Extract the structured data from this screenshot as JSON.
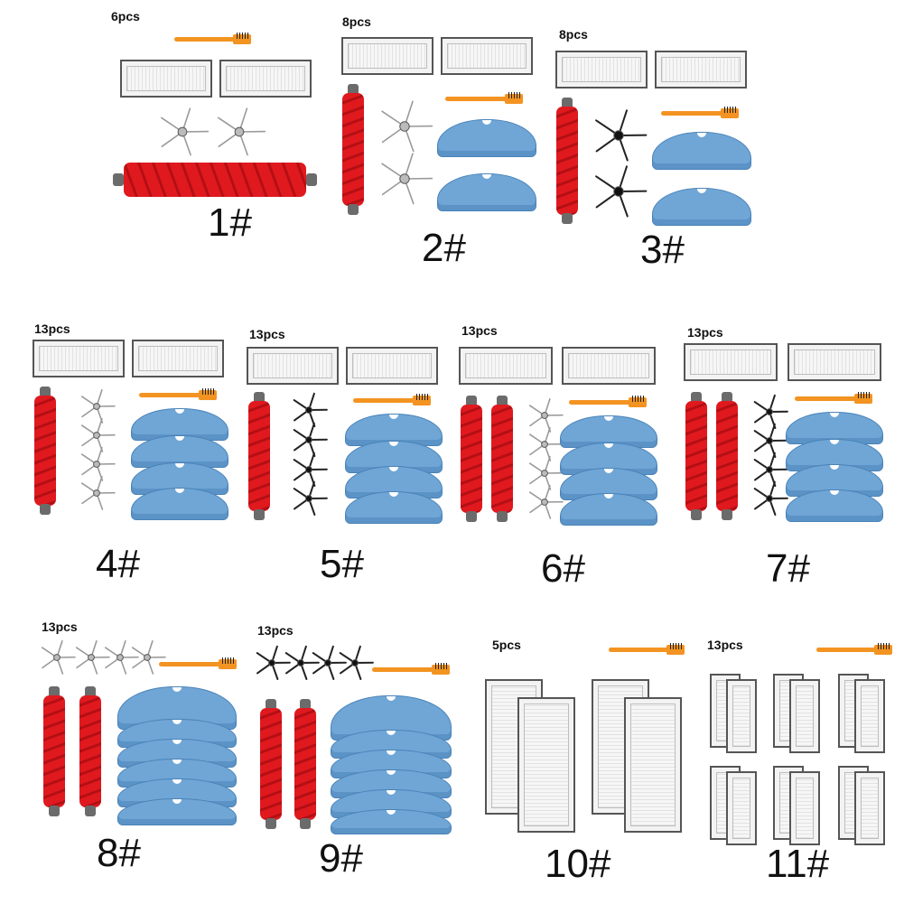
{
  "kits": [
    {
      "number": "1#",
      "count": "6pcs"
    },
    {
      "number": "2#",
      "count": "8pcs"
    },
    {
      "number": "3#",
      "count": "8pcs"
    },
    {
      "number": "4#",
      "count": "13pcs"
    },
    {
      "number": "5#",
      "count": "13pcs"
    },
    {
      "number": "6#",
      "count": "13pcs"
    },
    {
      "number": "7#",
      "count": "13pcs"
    },
    {
      "number": "8#",
      "count": "13pcs"
    },
    {
      "number": "9#",
      "count": "13pcs"
    },
    {
      "number": "10#",
      "count": "5pcs"
    },
    {
      "number": "11#",
      "count": "13pcs"
    }
  ],
  "colors": {
    "roller_brush": "#e0191f",
    "mop_pad": "#6fa6d6",
    "cleaning_tool": "#f39321",
    "side_brush_gray": "#9a9a9a",
    "side_brush_black": "#222222"
  }
}
